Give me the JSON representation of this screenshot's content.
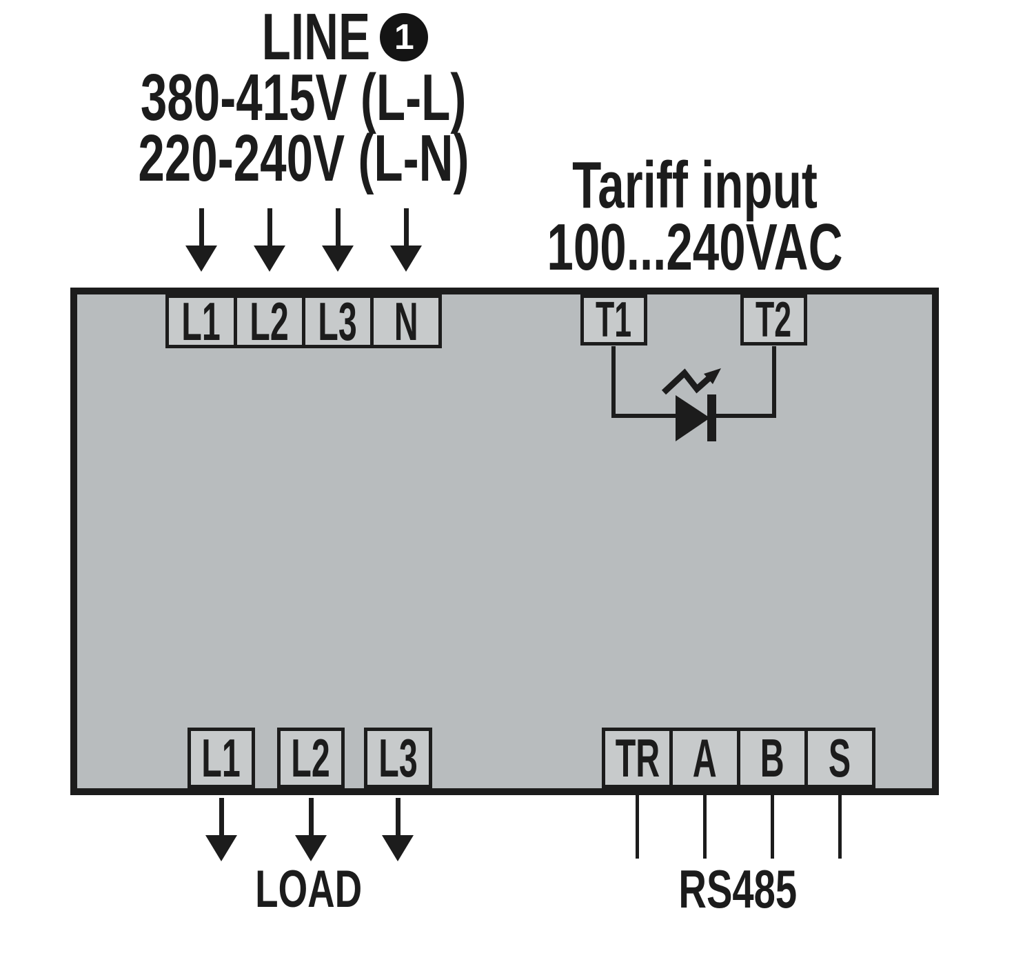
{
  "header": {
    "line": {
      "title": "LINE",
      "note_number": "1",
      "voltage_rows": [
        "380-415V (L-L)",
        "220-240V (L-N)"
      ]
    },
    "tariff": {
      "rows": [
        "Tariff input",
        "100...240VAC"
      ]
    }
  },
  "meter": {
    "top_terminals": [
      "L1",
      "L2",
      "L3",
      "N"
    ],
    "tariff_terminals": [
      "T1",
      "T2"
    ],
    "load_terminals": [
      "L1",
      "L2",
      "L3"
    ],
    "comm_terminals": [
      "TR",
      "A",
      "B",
      "S"
    ]
  },
  "footer": {
    "load_label": "LOAD",
    "rs485_label": "RS485"
  },
  "colors": {
    "ink": "#1c1c1c",
    "meter_fill": "#b8bcbe",
    "terminal_fill": "#c7cacb",
    "background": "#ffffff"
  },
  "icons": {
    "supply_arrows": "down-arrow-icon",
    "load_arrows": "down-arrow-icon",
    "tariff_symbol": "led-optocoupler-icon"
  }
}
